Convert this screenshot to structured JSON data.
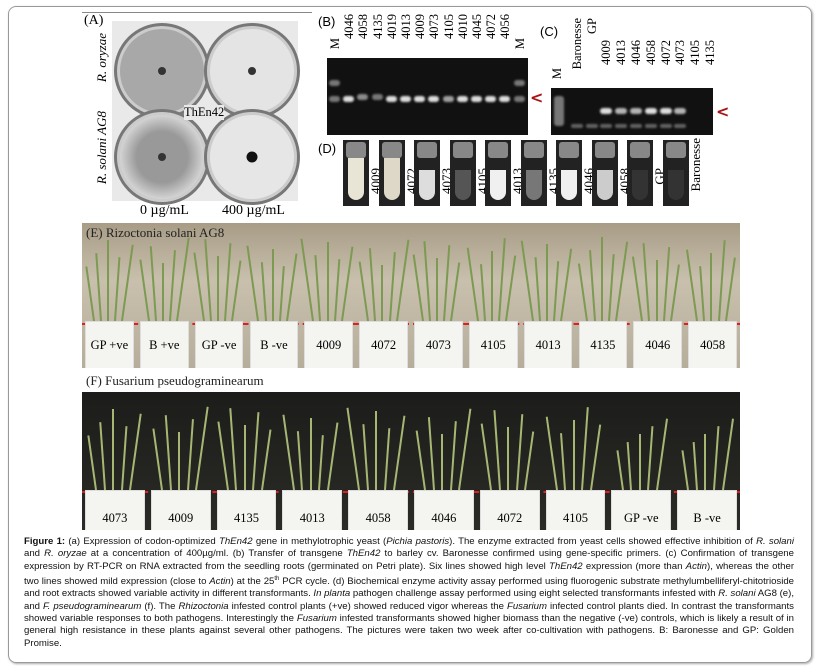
{
  "panel_a": {
    "label": "(A)",
    "row1": "R. oryzae",
    "row2": "R. solani AG8",
    "center": "ThEn42",
    "col1": "0 µg/mL",
    "col2": "400 µg/mL"
  },
  "panel_b": {
    "label": "(B)",
    "lanes": [
      "M",
      "4046",
      "4058",
      "4135",
      "4019",
      "4013",
      "4009",
      "4073",
      "4105",
      "4010",
      "4045",
      "4072",
      "4056",
      "M"
    ]
  },
  "panel_c": {
    "label": "(C)",
    "lanes": [
      "M",
      "Baronesse",
      "GP",
      "4009",
      "4013",
      "4046",
      "4058",
      "4072",
      "4073",
      "4105",
      "4135"
    ]
  },
  "panel_d": {
    "label": "(D)",
    "tubes": [
      "4009",
      "4072",
      "4073",
      "4105",
      "4013",
      "4135",
      "4046",
      "4058",
      "GP",
      "Baronesse"
    ]
  },
  "panel_e": {
    "title": "(E) Rizoctonia solani AG8",
    "pots": [
      "GP +ve",
      "B +ve",
      "GP -ve",
      "B -ve",
      "4009",
      "4072",
      "4073",
      "4105",
      "4013",
      "4135",
      "4046",
      "4058"
    ]
  },
  "panel_f": {
    "title": "(F) Fusarium pseudograminearum",
    "pots": [
      "4073",
      "4009",
      "4135",
      "4013",
      "4058",
      "4046",
      "4072",
      "4105",
      "GP -ve",
      "B -ve"
    ]
  },
  "arrow_marker": "<",
  "caption": [
    {
      "t": "Figure 1: ",
      "b": 1
    },
    {
      "t": "(a) Expression of codon-optimized "
    },
    {
      "t": "ThEn42",
      "i": 1
    },
    {
      "t": " gene in methylotrophic yeast ("
    },
    {
      "t": "Pichia pastoris",
      "i": 1
    },
    {
      "t": "). The enzyme extracted from yeast cells showed effective inhibition of "
    },
    {
      "t": "R. solani",
      "i": 1
    },
    {
      "t": " and "
    },
    {
      "t": "R. oryzae",
      "i": 1
    },
    {
      "t": " at a concentration of 400µg/ml. (b) Transfer of transgene "
    },
    {
      "t": "ThEn42",
      "i": 1
    },
    {
      "t": " to barley cv. Baronesse confirmed using gene-specific primers. (c) Confirmation of transgene expression by RT-PCR on RNA extracted from the seedling roots (germinated on Petri plate). Six lines showed high level "
    },
    {
      "t": "ThEn42",
      "i": 1
    },
    {
      "t": " expression (more than "
    },
    {
      "t": "Actin",
      "i": 1
    },
    {
      "t": "), whereas the other two lines showed mild expression (close to "
    },
    {
      "t": "Actin",
      "i": 1
    },
    {
      "t": ") at the 25"
    },
    {
      "t": "th",
      "s": 1
    },
    {
      "t": " PCR cycle. (d) Biochemical enzyme activity assay performed using fluorogenic substrate methylumbelliferyl-chitotrioside and root extracts showed variable activity in different transformants. "
    },
    {
      "t": "In planta",
      "i": 1
    },
    {
      "t": " pathogen challenge assay performed using eight selected transformants infested with "
    },
    {
      "t": "R. solani",
      "i": 1
    },
    {
      "t": " AG8 (e), and "
    },
    {
      "t": "F. pseudograminearum",
      "i": 1
    },
    {
      "t": " (f). The "
    },
    {
      "t": "Rhizoctonia",
      "i": 1
    },
    {
      "t": " infested control plants (+ve) showed reduced vigor whereas the "
    },
    {
      "t": "Fusarium",
      "i": 1
    },
    {
      "t": " infected control plants died. In contrast the transformants showed variable responses to both pathogens. Interestingly the "
    },
    {
      "t": "Fusarium",
      "i": 1
    },
    {
      "t": " infested transformants showed higher biomass than the negative (-ve) controls, which is likely a result of in general high resistance in these plants against several other pathogens. The pictures were taken two week after co-cultivation with pathogens. B: Baronesse and GP: Golden Promise."
    }
  ]
}
